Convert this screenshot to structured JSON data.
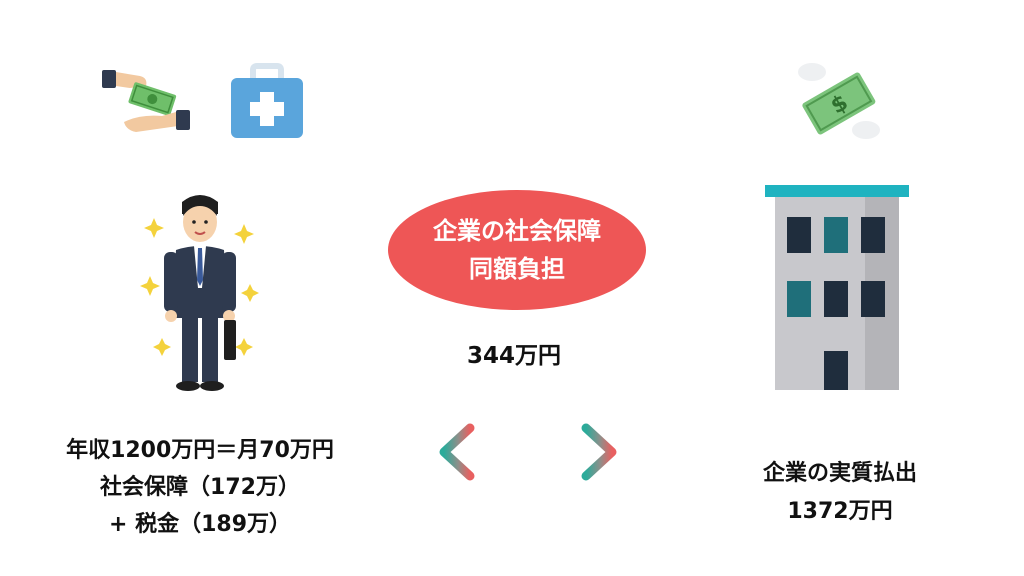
{
  "badge": {
    "line1": "企業の社会保障",
    "line2": "同額負担"
  },
  "middle_amount": "344万円",
  "left_text": {
    "line1": "年収1200万円＝月70万円",
    "line2": "社会保障（172万）",
    "line3": "+ 税金（189万）"
  },
  "right_text": {
    "line1": "企業の実質払出",
    "line2": "1372万円"
  },
  "colors": {
    "badge_red": "#ee5656",
    "arrow_teal": "#2bab9a",
    "arrow_red": "#e86060",
    "building_gray": "#c8c8cc",
    "building_roof": "#1fb3c0",
    "medkit_blue": "#5aa5dc",
    "money_green": "#7cc47c",
    "suit_navy": "#2f3a4f"
  },
  "icons": [
    "money-handoff-icon",
    "medical-kit-icon",
    "businessman-icon",
    "flying-money-icon",
    "office-building-icon",
    "double-arrow-icon"
  ]
}
